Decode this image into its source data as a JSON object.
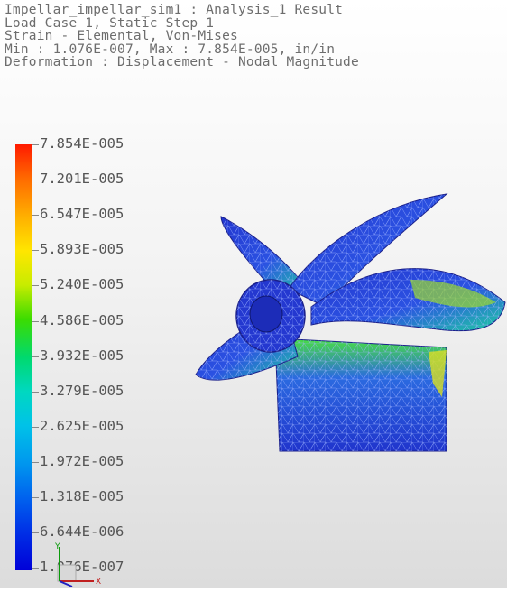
{
  "header": {
    "line1": "Impellar_impellar_sim1 : Analysis_1 Result",
    "line2": "Load Case 1, Static Step 1",
    "line3": "Strain - Elemental, Von-Mises",
    "line4": "Min : 1.076E-007, Max : 7.854E-005, in/in",
    "line5": "Deformation : Displacement - Nodal Magnitude"
  },
  "legend": {
    "values": [
      "7.854E-005",
      "7.201E-005",
      "6.547E-005",
      "5.893E-005",
      "5.240E-005",
      "4.586E-005",
      "3.932E-005",
      "3.279E-005",
      "2.625E-005",
      "1.972E-005",
      "1.318E-005",
      "6.644E-006",
      "1.076E-007"
    ],
    "colors": [
      "#ff1a00",
      "#ff6a00",
      "#ffb000",
      "#ffe600",
      "#c8ec00",
      "#3cdc00",
      "#00d96e",
      "#00d8c0",
      "#00c2e8",
      "#0096ee",
      "#0062ee",
      "#0030e6",
      "#0000d8"
    ]
  },
  "model": {
    "name_icon": "impeller-mesh-icon",
    "base_color": "#2a3fd6",
    "hot_color": "#30d030"
  },
  "triad": {
    "icon": "coordinate-triad-icon",
    "axis_y_label": "Y",
    "axis_x_label": "X"
  }
}
